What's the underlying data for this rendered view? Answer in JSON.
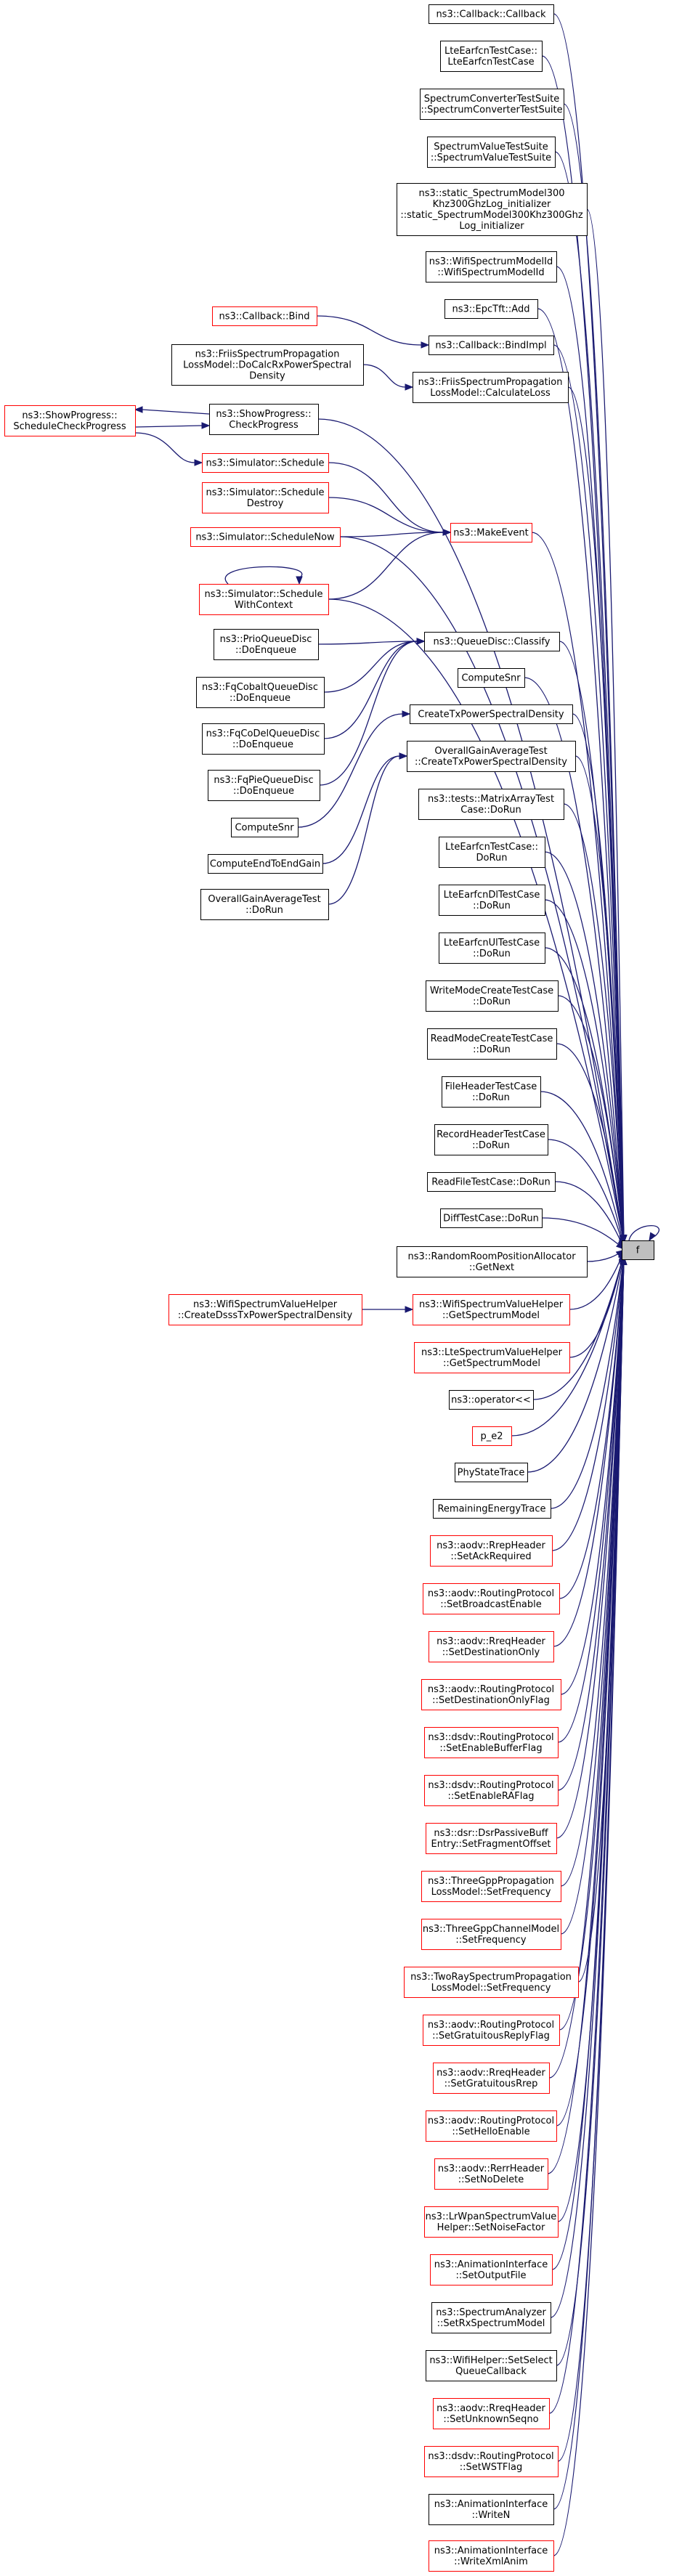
{
  "colors": {
    "edge": "#191970",
    "node_border_normal": "#000000",
    "node_border_highlight": "#ff0000",
    "target_fill": "#bfbfbf"
  },
  "target": {
    "label": "f"
  },
  "nodes": [
    {
      "id": "n0",
      "lines": [
        "ns3::Callback::Callback"
      ],
      "color": "black"
    },
    {
      "id": "n1",
      "lines": [
        "LteEarfcnTestCase::",
        "LteEarfcnTestCase"
      ],
      "color": "black"
    },
    {
      "id": "n2",
      "lines": [
        "SpectrumConverterTestSuite",
        "::SpectrumConverterTestSuite"
      ],
      "color": "black"
    },
    {
      "id": "n3",
      "lines": [
        "SpectrumValueTestSuite",
        "::SpectrumValueTestSuite"
      ],
      "color": "black"
    },
    {
      "id": "n4",
      "lines": [
        "ns3::static_SpectrumModel300",
        "Khz300GhzLog_initializer",
        "::static_SpectrumModel300Khz300Ghz",
        "Log_initializer"
      ],
      "color": "black"
    },
    {
      "id": "n5",
      "lines": [
        "ns3::WifiSpectrumModelId",
        "::WifiSpectrumModelId"
      ],
      "color": "black"
    },
    {
      "id": "n6",
      "lines": [
        "ns3::EpcTft::Add"
      ],
      "color": "black"
    },
    {
      "id": "n7",
      "lines": [
        "ns3::Callback::BindImpl"
      ],
      "color": "black"
    },
    {
      "id": "n8",
      "lines": [
        "ns3::Callback::Bind"
      ],
      "color": "red"
    },
    {
      "id": "n9",
      "lines": [
        "ns3::FriisSpectrumPropagation",
        "LossModel::CalculateLoss"
      ],
      "color": "black"
    },
    {
      "id": "n10",
      "lines": [
        "ns3::FriisSpectrumPropagation",
        "LossModel::DoCalcRxPowerSpectral",
        "Density"
      ],
      "color": "black"
    },
    {
      "id": "n11",
      "lines": [
        "ns3::ShowProgress::",
        "CheckProgress"
      ],
      "color": "black"
    },
    {
      "id": "n12",
      "lines": [
        "ns3::ShowProgress::",
        "ScheduleCheckProgress"
      ],
      "color": "red"
    },
    {
      "id": "n13",
      "lines": [
        "ns3::Simulator::Schedule"
      ],
      "color": "red"
    },
    {
      "id": "n14",
      "lines": [
        "ns3::Simulator::Schedule",
        "Destroy"
      ],
      "color": "red"
    },
    {
      "id": "n15",
      "lines": [
        "ns3::MakeEvent"
      ],
      "color": "red"
    },
    {
      "id": "n16",
      "lines": [
        "ns3::Simulator::ScheduleNow"
      ],
      "color": "red"
    },
    {
      "id": "n17",
      "lines": [
        "ns3::Simulator::Schedule",
        "WithContext"
      ],
      "color": "red"
    },
    {
      "id": "n18",
      "lines": [
        "ns3::QueueDisc::Classify"
      ],
      "color": "black"
    },
    {
      "id": "n19",
      "lines": [
        "ns3::PrioQueueDisc",
        "::DoEnqueue"
      ],
      "color": "black"
    },
    {
      "id": "n20",
      "lines": [
        "ComputeSnr"
      ],
      "color": "black"
    },
    {
      "id": "n21",
      "lines": [
        "ns3::FqCobaltQueueDisc",
        "::DoEnqueue"
      ],
      "color": "black"
    },
    {
      "id": "n22",
      "lines": [
        "CreateTxPowerSpectralDensity"
      ],
      "color": "black"
    },
    {
      "id": "n23",
      "lines": [
        "ns3::FqCoDelQueueDisc",
        "::DoEnqueue"
      ],
      "color": "black"
    },
    {
      "id": "n24",
      "lines": [
        "OverallGainAverageTest",
        "::CreateTxPowerSpectralDensity"
      ],
      "color": "black"
    },
    {
      "id": "n25",
      "lines": [
        "ns3::FqPieQueueDisc",
        "::DoEnqueue"
      ],
      "color": "black"
    },
    {
      "id": "n26",
      "lines": [
        "ComputeSnr"
      ],
      "color": "black"
    },
    {
      "id": "n27",
      "lines": [
        "ns3::tests::MatrixArrayTest",
        "Case::DoRun"
      ],
      "color": "black"
    },
    {
      "id": "n28",
      "lines": [
        "ComputeEndToEndGain"
      ],
      "color": "black"
    },
    {
      "id": "n29",
      "lines": [
        "LteEarfcnTestCase::",
        "DoRun"
      ],
      "color": "black"
    },
    {
      "id": "n30",
      "lines": [
        "OverallGainAverageTest",
        "::DoRun"
      ],
      "color": "black"
    },
    {
      "id": "n31",
      "lines": [
        "LteEarfcnDlTestCase",
        "::DoRun"
      ],
      "color": "black"
    },
    {
      "id": "n32",
      "lines": [
        "LteEarfcnUlTestCase",
        "::DoRun"
      ],
      "color": "black"
    },
    {
      "id": "n33",
      "lines": [
        "WriteModeCreateTestCase",
        "::DoRun"
      ],
      "color": "black"
    },
    {
      "id": "n34",
      "lines": [
        "ReadModeCreateTestCase",
        "::DoRun"
      ],
      "color": "black"
    },
    {
      "id": "n35",
      "lines": [
        "FileHeaderTestCase",
        "::DoRun"
      ],
      "color": "black"
    },
    {
      "id": "n36",
      "lines": [
        "RecordHeaderTestCase",
        "::DoRun"
      ],
      "color": "black"
    },
    {
      "id": "n37",
      "lines": [
        "ReadFileTestCase::DoRun"
      ],
      "color": "black"
    },
    {
      "id": "n38",
      "lines": [
        "DiffTestCase::DoRun"
      ],
      "color": "black"
    },
    {
      "id": "n39",
      "lines": [
        "ns3::RandomRoomPositionAllocator",
        "::GetNext"
      ],
      "color": "black"
    },
    {
      "id": "n40",
      "lines": [
        "ns3::WifiSpectrumValueHelper",
        "::GetSpectrumModel"
      ],
      "color": "red"
    },
    {
      "id": "n41",
      "lines": [
        "ns3::WifiSpectrumValueHelper",
        "::CreateDsssTxPowerSpectralDensity"
      ],
      "color": "red"
    },
    {
      "id": "n42",
      "lines": [
        "ns3::LteSpectrumValueHelper",
        "::GetSpectrumModel"
      ],
      "color": "red"
    },
    {
      "id": "n43",
      "lines": [
        "ns3::operator<<"
      ],
      "color": "black"
    },
    {
      "id": "n44",
      "lines": [
        "p_e2"
      ],
      "color": "red"
    },
    {
      "id": "n45",
      "lines": [
        "PhyStateTrace"
      ],
      "color": "black"
    },
    {
      "id": "n46",
      "lines": [
        "RemainingEnergyTrace"
      ],
      "color": "black"
    },
    {
      "id": "n47",
      "lines": [
        "ns3::aodv::RrepHeader",
        "::SetAckRequired"
      ],
      "color": "red"
    },
    {
      "id": "n48",
      "lines": [
        "ns3::aodv::RoutingProtocol",
        "::SetBroadcastEnable"
      ],
      "color": "red"
    },
    {
      "id": "n49",
      "lines": [
        "ns3::aodv::RreqHeader",
        "::SetDestinationOnly"
      ],
      "color": "red"
    },
    {
      "id": "n50",
      "lines": [
        "ns3::aodv::RoutingProtocol",
        "::SetDestinationOnlyFlag"
      ],
      "color": "red"
    },
    {
      "id": "n51",
      "lines": [
        "ns3::dsdv::RoutingProtocol",
        "::SetEnableBufferFlag"
      ],
      "color": "red"
    },
    {
      "id": "n52",
      "lines": [
        "ns3::dsdv::RoutingProtocol",
        "::SetEnableRAFlag"
      ],
      "color": "red"
    },
    {
      "id": "n53",
      "lines": [
        "ns3::dsr::DsrPassiveBuff",
        "Entry::SetFragmentOffset"
      ],
      "color": "red"
    },
    {
      "id": "n54",
      "lines": [
        "ns3::ThreeGppPropagation",
        "LossModel::SetFrequency"
      ],
      "color": "red"
    },
    {
      "id": "n55",
      "lines": [
        "ns3::ThreeGppChannelModel",
        "::SetFrequency"
      ],
      "color": "red"
    },
    {
      "id": "n56",
      "lines": [
        "ns3::TwoRaySpectrumPropagation",
        "LossModel::SetFrequency"
      ],
      "color": "red"
    },
    {
      "id": "n57",
      "lines": [
        "ns3::aodv::RoutingProtocol",
        "::SetGratuitousReplyFlag"
      ],
      "color": "red"
    },
    {
      "id": "n58",
      "lines": [
        "ns3::aodv::RreqHeader",
        "::SetGratuitousRrep"
      ],
      "color": "red"
    },
    {
      "id": "n59",
      "lines": [
        "ns3::aodv::RoutingProtocol",
        "::SetHelloEnable"
      ],
      "color": "red"
    },
    {
      "id": "n60",
      "lines": [
        "ns3::aodv::RerrHeader",
        "::SetNoDelete"
      ],
      "color": "red"
    },
    {
      "id": "n61",
      "lines": [
        "ns3::LrWpanSpectrumValue",
        "Helper::SetNoiseFactor"
      ],
      "color": "red"
    },
    {
      "id": "n62",
      "lines": [
        "ns3::AnimationInterface",
        "::SetOutputFile"
      ],
      "color": "red"
    },
    {
      "id": "n63",
      "lines": [
        "ns3::SpectrumAnalyzer",
        "::SetRxSpectrumModel"
      ],
      "color": "black"
    },
    {
      "id": "n64",
      "lines": [
        "ns3::WifiHelper::SetSelect",
        "QueueCallback"
      ],
      "color": "black"
    },
    {
      "id": "n65",
      "lines": [
        "ns3::aodv::RreqHeader",
        "::SetUnknownSeqno"
      ],
      "color": "red"
    },
    {
      "id": "n66",
      "lines": [
        "ns3::dsdv::RoutingProtocol",
        "::SetWSTFlag"
      ],
      "color": "red"
    },
    {
      "id": "n67",
      "lines": [
        "ns3::AnimationInterface",
        "::WriteN"
      ],
      "color": "black"
    },
    {
      "id": "n68",
      "lines": [
        "ns3::AnimationInterface",
        "::WriteXmlAnim"
      ],
      "color": "red"
    }
  ]
}
